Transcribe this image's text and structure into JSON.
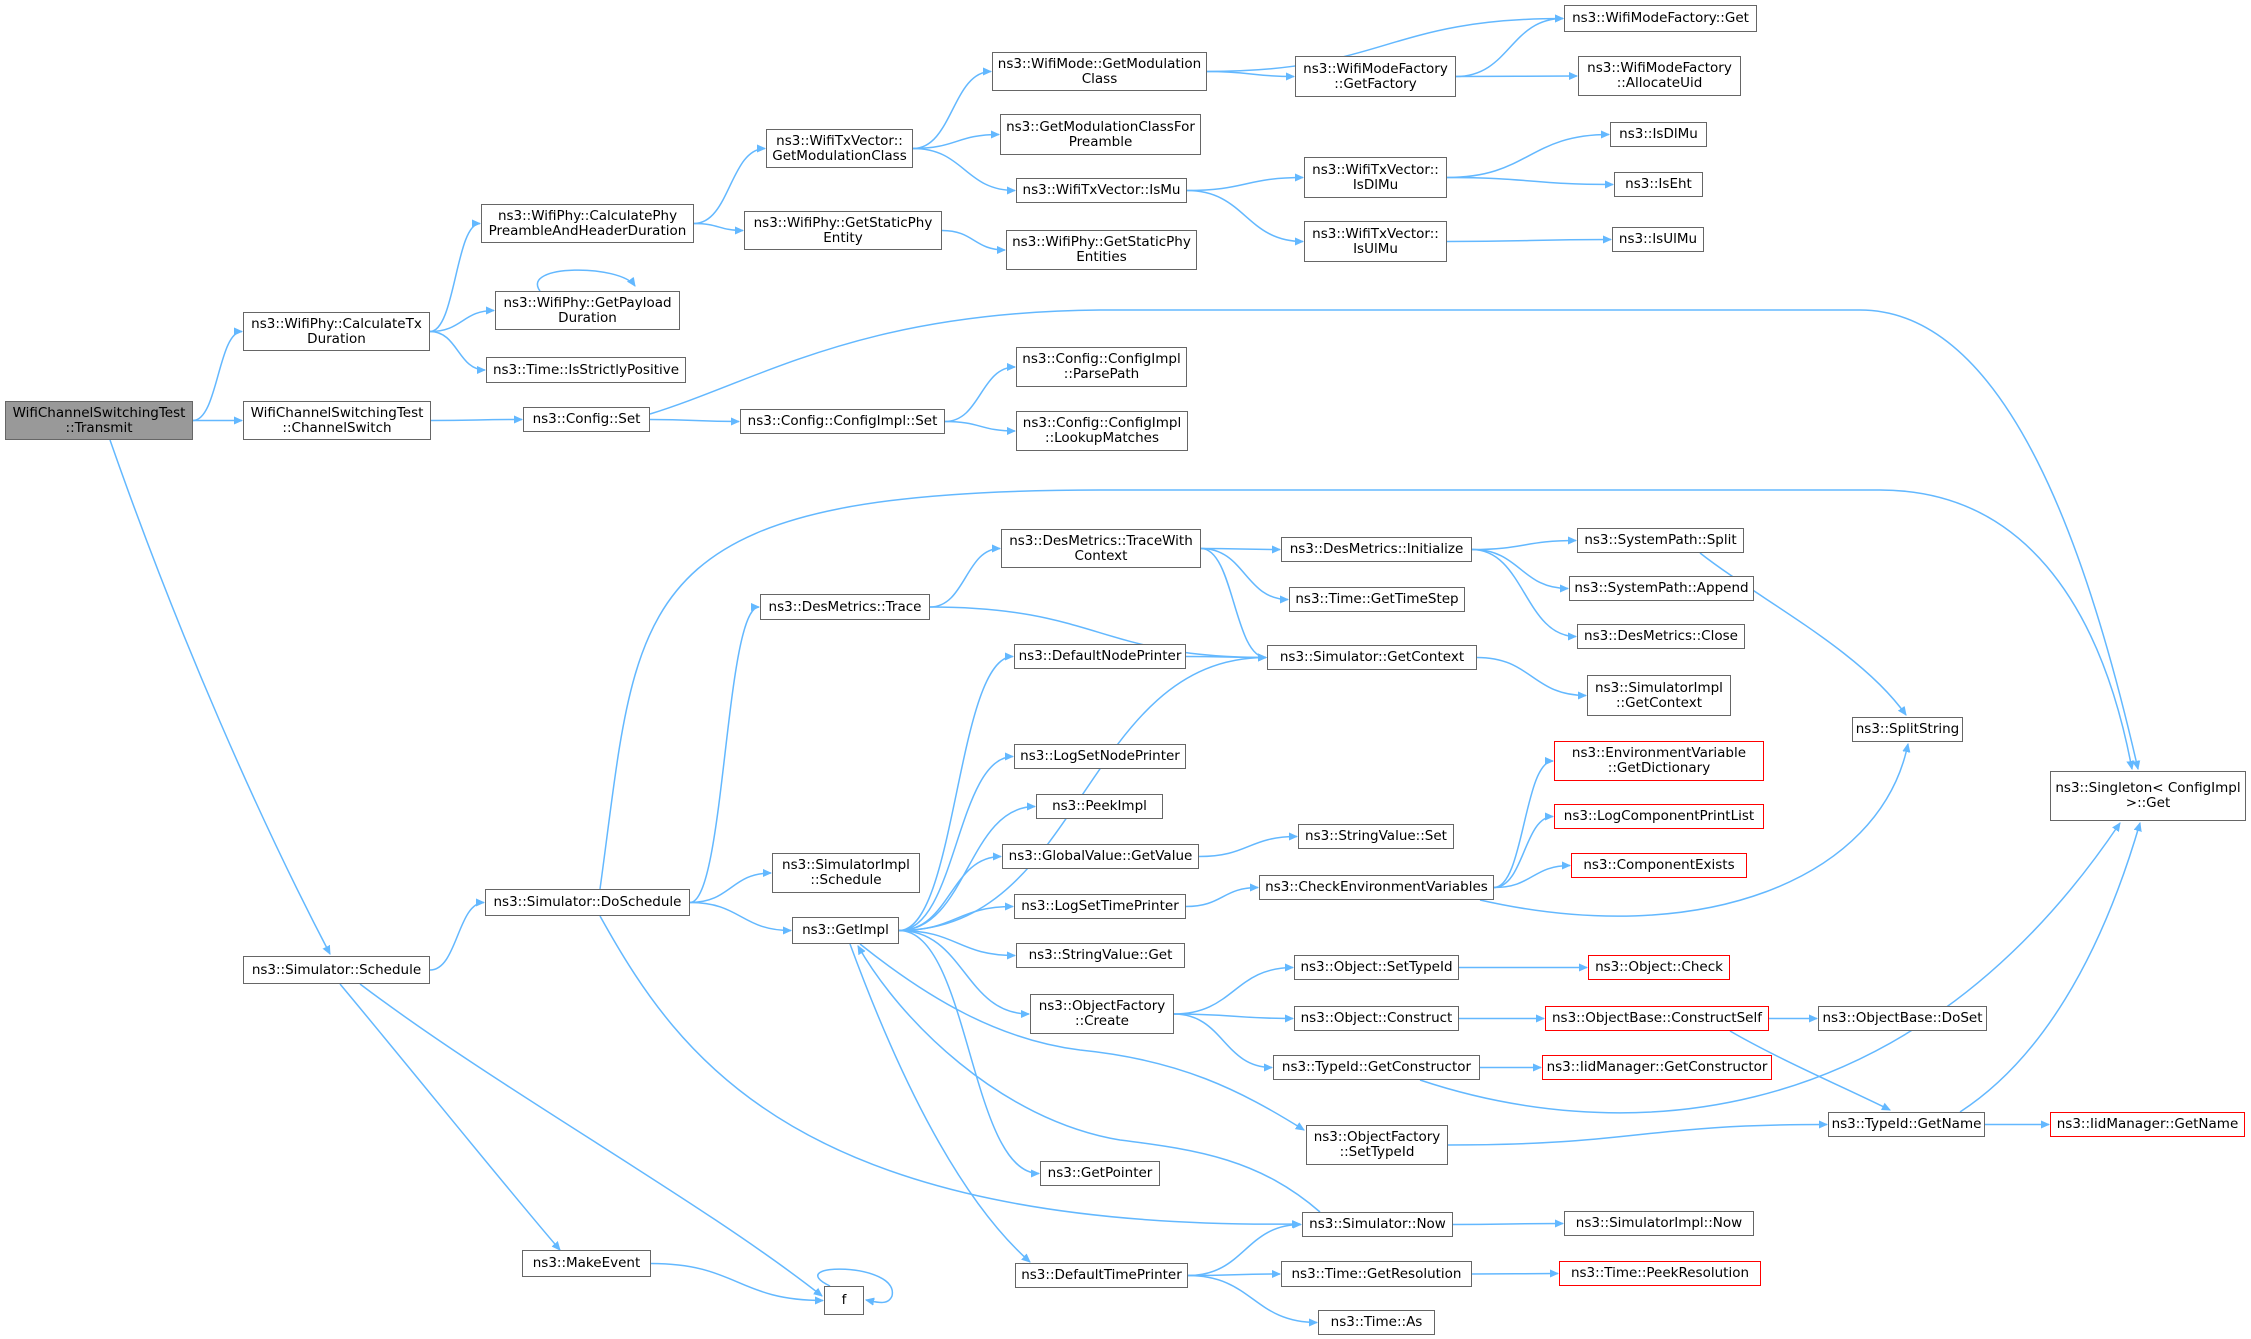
{
  "nodes": [
    {
      "id": "n0",
      "lines": [
        "WifiChannelSwitchingTest",
        "::Transmit"
      ],
      "style": "root"
    },
    {
      "id": "n1",
      "lines": [
        "ns3::WifiPhy::CalculateTx",
        "Duration"
      ],
      "style": "normal"
    },
    {
      "id": "n2",
      "lines": [
        "WifiChannelSwitchingTest",
        "::ChannelSwitch"
      ],
      "style": "normal"
    },
    {
      "id": "n3",
      "lines": [
        "ns3::Simulator::Schedule"
      ],
      "style": "normal"
    },
    {
      "id": "n4",
      "lines": [
        "ns3::WifiPhy::CalculatePhy",
        "PreambleAndHeaderDuration"
      ],
      "style": "normal"
    },
    {
      "id": "n5",
      "lines": [
        "ns3::WifiPhy::GetPayload",
        "Duration"
      ],
      "style": "normal"
    },
    {
      "id": "n6",
      "lines": [
        "ns3::Time::IsStrictlyPositive"
      ],
      "style": "normal"
    },
    {
      "id": "n7",
      "lines": [
        "ns3::Config::Set"
      ],
      "style": "normal"
    },
    {
      "id": "n8",
      "lines": [
        "ns3::Simulator::DoSchedule"
      ],
      "style": "normal"
    },
    {
      "id": "n9",
      "lines": [
        "ns3::MakeEvent"
      ],
      "style": "normal"
    },
    {
      "id": "n10",
      "lines": [
        "f"
      ],
      "style": "normal"
    },
    {
      "id": "n11",
      "lines": [
        "ns3::WifiTxVector::",
        "GetModulationClass"
      ],
      "style": "normal"
    },
    {
      "id": "n12",
      "lines": [
        "ns3::WifiPhy::GetStaticPhy",
        "Entity"
      ],
      "style": "normal"
    },
    {
      "id": "n13",
      "lines": [
        "ns3::Config::ConfigImpl::Set"
      ],
      "style": "normal"
    },
    {
      "id": "n14",
      "lines": [
        "ns3::DesMetrics::Trace"
      ],
      "style": "normal"
    },
    {
      "id": "n15",
      "lines": [
        "ns3::SimulatorImpl",
        "::Schedule"
      ],
      "style": "normal"
    },
    {
      "id": "n16",
      "lines": [
        "ns3::GetImpl"
      ],
      "style": "normal"
    },
    {
      "id": "n17",
      "lines": [
        "ns3::WifiMode::GetModulation",
        "Class"
      ],
      "style": "normal"
    },
    {
      "id": "n18",
      "lines": [
        "ns3::GetModulationClassFor",
        "Preamble"
      ],
      "style": "normal"
    },
    {
      "id": "n19",
      "lines": [
        "ns3::WifiTxVector::IsMu"
      ],
      "style": "normal"
    },
    {
      "id": "n20",
      "lines": [
        "ns3::WifiPhy::GetStaticPhy",
        "Entities"
      ],
      "style": "normal"
    },
    {
      "id": "n21",
      "lines": [
        "ns3::Config::ConfigImpl",
        "::ParsePath"
      ],
      "style": "normal"
    },
    {
      "id": "n22",
      "lines": [
        "ns3::Config::ConfigImpl",
        "::LookupMatches"
      ],
      "style": "normal"
    },
    {
      "id": "n23",
      "lines": [
        "ns3::DesMetrics::TraceWith",
        "Context"
      ],
      "style": "normal"
    },
    {
      "id": "n24",
      "lines": [
        "ns3::DefaultNodePrinter"
      ],
      "style": "normal"
    },
    {
      "id": "n25",
      "lines": [
        "ns3::LogSetNodePrinter"
      ],
      "style": "normal"
    },
    {
      "id": "n26",
      "lines": [
        "ns3::PeekImpl"
      ],
      "style": "normal"
    },
    {
      "id": "n27",
      "lines": [
        "ns3::GlobalValue::GetValue"
      ],
      "style": "normal"
    },
    {
      "id": "n28",
      "lines": [
        "ns3::LogSetTimePrinter"
      ],
      "style": "normal"
    },
    {
      "id": "n29",
      "lines": [
        "ns3::StringValue::Get"
      ],
      "style": "normal"
    },
    {
      "id": "n30",
      "lines": [
        "ns3::ObjectFactory",
        "::Create"
      ],
      "style": "normal"
    },
    {
      "id": "n31",
      "lines": [
        "ns3::GetPointer"
      ],
      "style": "normal"
    },
    {
      "id": "n32",
      "lines": [
        "ns3::DefaultTimePrinter"
      ],
      "style": "normal"
    },
    {
      "id": "n33",
      "lines": [
        "ns3::WifiModeFactory",
        "::GetFactory"
      ],
      "style": "normal"
    },
    {
      "id": "n34",
      "lines": [
        "ns3::WifiTxVector::",
        "IsDlMu"
      ],
      "style": "normal"
    },
    {
      "id": "n35",
      "lines": [
        "ns3::WifiTxVector::",
        "IsUlMu"
      ],
      "style": "normal"
    },
    {
      "id": "n36",
      "lines": [
        "ns3::DesMetrics::Initialize"
      ],
      "style": "normal"
    },
    {
      "id": "n37",
      "lines": [
        "ns3::Time::GetTimeStep"
      ],
      "style": "normal"
    },
    {
      "id": "n38",
      "lines": [
        "ns3::Simulator::GetContext"
      ],
      "style": "normal"
    },
    {
      "id": "n39",
      "lines": [
        "ns3::StringValue::Set"
      ],
      "style": "normal"
    },
    {
      "id": "n40",
      "lines": [
        "ns3::CheckEnvironmentVariables"
      ],
      "style": "normal"
    },
    {
      "id": "n41",
      "lines": [
        "ns3::Object::SetTypeId"
      ],
      "style": "normal"
    },
    {
      "id": "n42",
      "lines": [
        "ns3::Object::Construct"
      ],
      "style": "normal"
    },
    {
      "id": "n43",
      "lines": [
        "ns3::TypeId::GetConstructor"
      ],
      "style": "normal"
    },
    {
      "id": "n44",
      "lines": [
        "ns3::ObjectFactory",
        "::SetTypeId"
      ],
      "style": "normal"
    },
    {
      "id": "n45",
      "lines": [
        "ns3::Simulator::Now"
      ],
      "style": "normal"
    },
    {
      "id": "n46",
      "lines": [
        "ns3::Time::GetResolution"
      ],
      "style": "normal"
    },
    {
      "id": "n47",
      "lines": [
        "ns3::Time::As"
      ],
      "style": "normal"
    },
    {
      "id": "n48",
      "lines": [
        "ns3::WifiModeFactory::Get"
      ],
      "style": "normal"
    },
    {
      "id": "n49",
      "lines": [
        "ns3::WifiModeFactory",
        "::AllocateUid"
      ],
      "style": "normal"
    },
    {
      "id": "n50",
      "lines": [
        "ns3::IsDlMu"
      ],
      "style": "normal"
    },
    {
      "id": "n51",
      "lines": [
        "ns3::IsEht"
      ],
      "style": "normal"
    },
    {
      "id": "n52",
      "lines": [
        "ns3::IsUlMu"
      ],
      "style": "normal"
    },
    {
      "id": "n53",
      "lines": [
        "ns3::SystemPath::Split"
      ],
      "style": "normal"
    },
    {
      "id": "n54",
      "lines": [
        "ns3::SystemPath::Append"
      ],
      "style": "normal"
    },
    {
      "id": "n55",
      "lines": [
        "ns3::DesMetrics::Close"
      ],
      "style": "normal"
    },
    {
      "id": "n56",
      "lines": [
        "ns3::SimulatorImpl",
        "::GetContext"
      ],
      "style": "normal"
    },
    {
      "id": "n57",
      "lines": [
        "ns3::EnvironmentVariable",
        "::GetDictionary"
      ],
      "style": "red"
    },
    {
      "id": "n58",
      "lines": [
        "ns3::LogComponentPrintList"
      ],
      "style": "red"
    },
    {
      "id": "n59",
      "lines": [
        "ns3::ComponentExists"
      ],
      "style": "red"
    },
    {
      "id": "n60",
      "lines": [
        "ns3::Object::Check"
      ],
      "style": "red"
    },
    {
      "id": "n61",
      "lines": [
        "ns3::ObjectBase::ConstructSelf"
      ],
      "style": "red"
    },
    {
      "id": "n62",
      "lines": [
        "ns3::IidManager::GetConstructor"
      ],
      "style": "red"
    },
    {
      "id": "n63",
      "lines": [
        "ns3::TypeId::GetName"
      ],
      "style": "normal"
    },
    {
      "id": "n64",
      "lines": [
        "ns3::SimulatorImpl::Now"
      ],
      "style": "normal"
    },
    {
      "id": "n65",
      "lines": [
        "ns3::Time::PeekResolution"
      ],
      "style": "red"
    },
    {
      "id": "n66",
      "lines": [
        "ns3::SplitString"
      ],
      "style": "normal"
    },
    {
      "id": "n67",
      "lines": [
        "ns3::ObjectBase::DoSet"
      ],
      "style": "normal"
    },
    {
      "id": "n68",
      "lines": [
        "ns3::IidManager::GetName"
      ],
      "style": "red"
    },
    {
      "id": "n69",
      "lines": [
        "ns3::Singleton< ConfigImpl",
        ">::Get"
      ],
      "style": "normal"
    }
  ],
  "edges": [
    [
      "n0",
      "n1"
    ],
    [
      "n0",
      "n2"
    ],
    [
      "n0",
      "n3"
    ],
    [
      "n1",
      "n4"
    ],
    [
      "n1",
      "n5"
    ],
    [
      "n1",
      "n6"
    ],
    [
      "n2",
      "n7"
    ],
    [
      "n3",
      "n8"
    ],
    [
      "n3",
      "n9"
    ],
    [
      "n3",
      "n10"
    ],
    [
      "n4",
      "n11"
    ],
    [
      "n4",
      "n12"
    ],
    [
      "n5",
      "n5"
    ],
    [
      "n7",
      "n13"
    ],
    [
      "n7",
      "n69"
    ],
    [
      "n8",
      "n14"
    ],
    [
      "n8",
      "n15"
    ],
    [
      "n8",
      "n16"
    ],
    [
      "n8",
      "n45"
    ],
    [
      "n8",
      "n69"
    ],
    [
      "n9",
      "n10"
    ],
    [
      "n10",
      "n10"
    ],
    [
      "n11",
      "n17"
    ],
    [
      "n11",
      "n18"
    ],
    [
      "n11",
      "n19"
    ],
    [
      "n12",
      "n20"
    ],
    [
      "n13",
      "n21"
    ],
    [
      "n13",
      "n22"
    ],
    [
      "n14",
      "n23"
    ],
    [
      "n14",
      "n38"
    ],
    [
      "n16",
      "n24"
    ],
    [
      "n16",
      "n25"
    ],
    [
      "n16",
      "n26"
    ],
    [
      "n16",
      "n27"
    ],
    [
      "n16",
      "n28"
    ],
    [
      "n16",
      "n29"
    ],
    [
      "n16",
      "n30"
    ],
    [
      "n16",
      "n31"
    ],
    [
      "n16",
      "n32"
    ],
    [
      "n16",
      "n38"
    ],
    [
      "n16",
      "n44"
    ],
    [
      "n17",
      "n33"
    ],
    [
      "n17",
      "n48"
    ],
    [
      "n19",
      "n34"
    ],
    [
      "n19",
      "n35"
    ],
    [
      "n23",
      "n36"
    ],
    [
      "n23",
      "n37"
    ],
    [
      "n23",
      "n38"
    ],
    [
      "n24",
      "n38"
    ],
    [
      "n27",
      "n39"
    ],
    [
      "n28",
      "n40"
    ],
    [
      "n30",
      "n41"
    ],
    [
      "n30",
      "n42"
    ],
    [
      "n30",
      "n43"
    ],
    [
      "n32",
      "n45"
    ],
    [
      "n32",
      "n46"
    ],
    [
      "n32",
      "n47"
    ],
    [
      "n33",
      "n48"
    ],
    [
      "n33",
      "n49"
    ],
    [
      "n34",
      "n50"
    ],
    [
      "n34",
      "n51"
    ],
    [
      "n35",
      "n52"
    ],
    [
      "n36",
      "n53"
    ],
    [
      "n36",
      "n54"
    ],
    [
      "n36",
      "n55"
    ],
    [
      "n38",
      "n56"
    ],
    [
      "n40",
      "n57"
    ],
    [
      "n40",
      "n58"
    ],
    [
      "n40",
      "n59"
    ],
    [
      "n40",
      "n66"
    ],
    [
      "n41",
      "n60"
    ],
    [
      "n42",
      "n61"
    ],
    [
      "n43",
      "n62"
    ],
    [
      "n43",
      "n69"
    ],
    [
      "n44",
      "n63"
    ],
    [
      "n45",
      "n16"
    ],
    [
      "n45",
      "n64"
    ],
    [
      "n46",
      "n65"
    ],
    [
      "n53",
      "n66"
    ],
    [
      "n61",
      "n67"
    ],
    [
      "n61",
      "n63"
    ],
    [
      "n63",
      "n68"
    ],
    [
      "n63",
      "n69"
    ]
  ],
  "colors": {
    "edge": "#63b8ff",
    "node_border": "#666666",
    "root_fill": "#999999",
    "missing_border": "#ff0000"
  }
}
